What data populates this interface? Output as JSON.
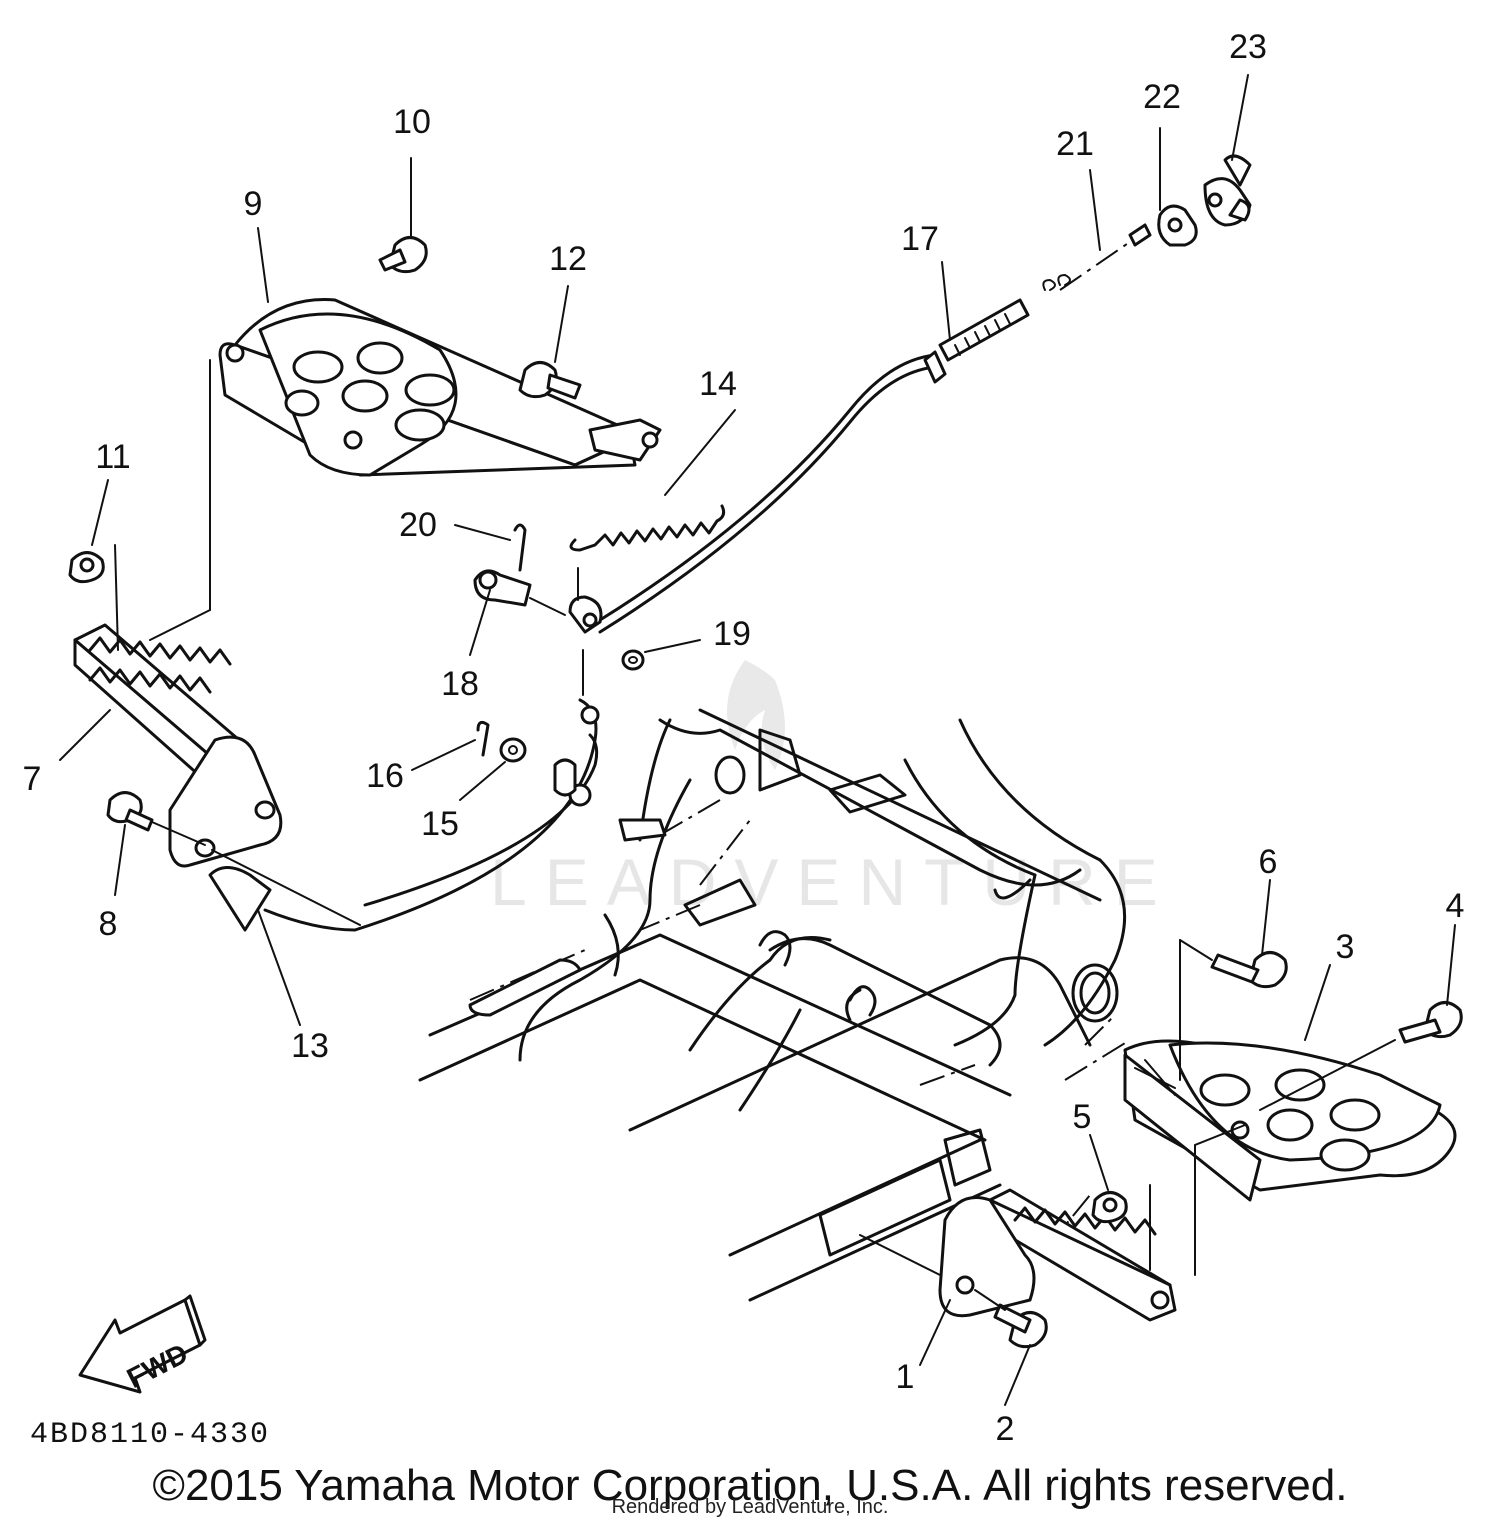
{
  "diagram": {
    "callouts": [
      "1",
      "2",
      "3",
      "4",
      "5",
      "6",
      "7",
      "8",
      "9",
      "10",
      "11",
      "12",
      "13",
      "14",
      "15",
      "16",
      "17",
      "18",
      "19",
      "20",
      "21",
      "22",
      "23"
    ],
    "direction_label": "FWD",
    "drawing_code": "4BD8110-4330",
    "watermark": "LEADVENTURE"
  },
  "footer": {
    "copyright": "©2015 Yamaha Motor Corporation, U.S.A. All rights reserved.",
    "rendered_by": "Rendered by LeadVenture, Inc."
  }
}
